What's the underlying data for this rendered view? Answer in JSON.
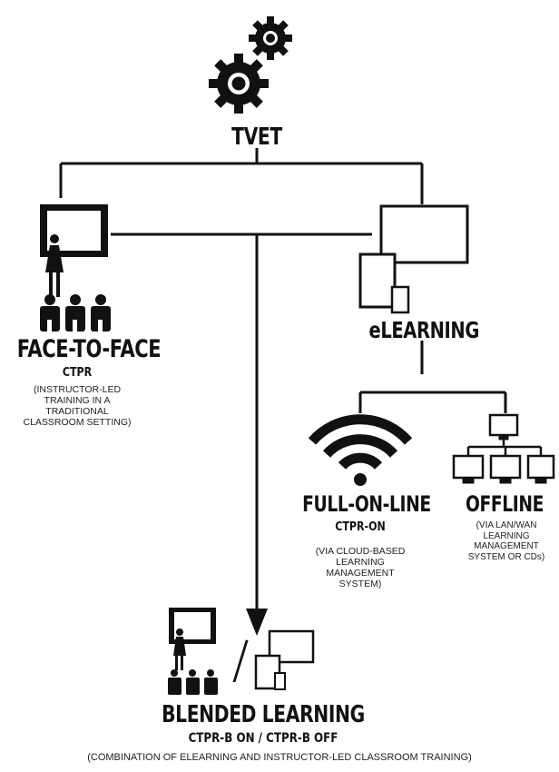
{
  "root": {
    "label": "TVET"
  },
  "face_to_face": {
    "title": "FACE-TO-FACE",
    "code": "CTPR",
    "desc_lines": [
      "(INSTRUCTOR-LED",
      "TRAINING IN A",
      "TRADITIONAL",
      "CLASSROOM SETTING)"
    ]
  },
  "elearning": {
    "title": "eLEARNING"
  },
  "full_online": {
    "title": "FULL-ON-LINE",
    "code": "CTPR-ON",
    "desc_lines": [
      "(VIA CLOUD-BASED",
      "LEARNING",
      "MANAGEMENT",
      "SYSTEM)"
    ]
  },
  "offline": {
    "title": "OFFLINE",
    "desc_lines": [
      "(VIA LAN/WAN",
      "LEARNING",
      "MANAGEMENT",
      "SYSTEM OR CDs)"
    ]
  },
  "blended": {
    "title": "BLENDED LEARNING",
    "code": "CTPR-B ON / CTPR-B OFF",
    "desc": "(COMBINATION OF ELEARNING AND INSTRUCTOR-LED CLASSROOM TRAINING)",
    "separator": "/"
  },
  "icons": [
    "gear-icon",
    "classroom-icon",
    "computer-devices-icon",
    "wifi-icon",
    "network-icon"
  ],
  "colors": {
    "ink": "#111111",
    "background": "#ffffff"
  }
}
